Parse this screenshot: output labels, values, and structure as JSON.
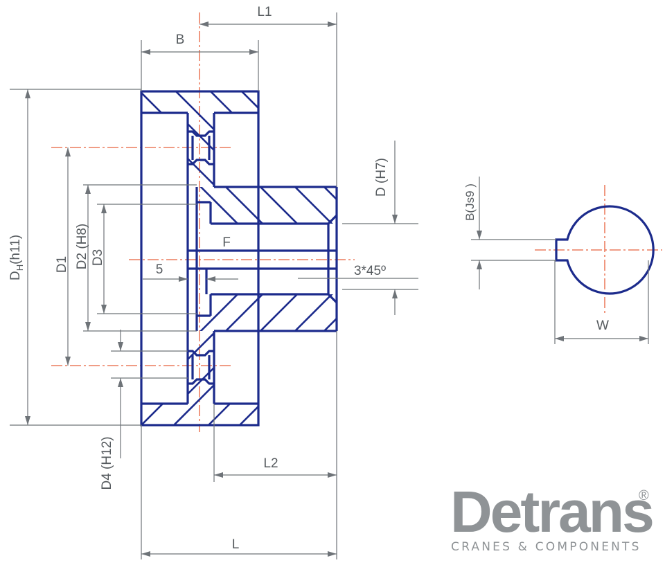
{
  "labels": {
    "L1": "L1",
    "B": "B",
    "DH_main": "D",
    "DH_sub": "H",
    "DH_tol": "(h11)",
    "D1": "D1",
    "D2": "D2 (H8)",
    "D3": "D3",
    "D_H7": "D (H7)",
    "F": "F",
    "five": "5",
    "chamfer": "3*45º",
    "L2": "L2",
    "L": "L",
    "D4": "D4 (H12)",
    "B_js9": "B(Js9 )",
    "W": "W"
  },
  "logo": {
    "brand": "Detrans",
    "registered": "®",
    "tagline": "CRANES & COMPONENTS"
  },
  "colors": {
    "part_outline": "#1c2b8c",
    "center_line": "#e8603c",
    "dimension": "#6e7378",
    "text": "#555a5e",
    "logo": "#8f9396"
  }
}
